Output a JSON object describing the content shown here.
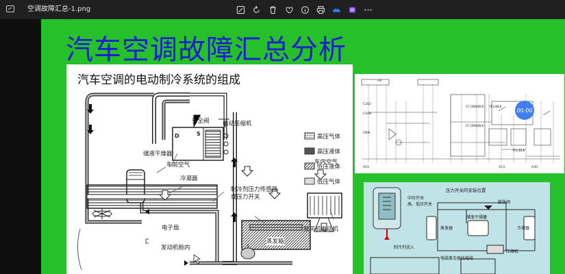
{
  "window": {
    "file_name": "空调故障汇总-1.png",
    "toolbar": [
      {
        "name": "edit-icon",
        "label": "Edit"
      },
      {
        "name": "rotate-icon",
        "label": "Rotate"
      },
      {
        "name": "delete-icon",
        "label": "Delete"
      },
      {
        "name": "favorite-icon",
        "label": "Favorite"
      },
      {
        "name": "info-icon",
        "label": "Info"
      },
      {
        "name": "print-icon",
        "label": "Print"
      },
      {
        "name": "onedrive-icon",
        "label": "OneDrive"
      },
      {
        "name": "clipchamp-icon",
        "label": "Clipchamp"
      },
      {
        "name": "more-icon",
        "label": "More"
      }
    ]
  },
  "slide": {
    "title": "汽车空调故障汇总分析",
    "main_panel": {
      "title": "汽车空调的电动制冷系统的组成",
      "legend": [
        {
          "label": "高压气体",
          "style": "dots"
        },
        {
          "label": "高压液体",
          "style": "solid"
        },
        {
          "label": "低压液体",
          "style": "hatch"
        },
        {
          "label": "低压气体",
          "style": "light"
        }
      ],
      "labels": {
        "safety_valve": "安全阀",
        "compressor": "电动压缩机",
        "d": "D",
        "s": "S",
        "dryer": "储液干燥器",
        "outside_air": "车前空气",
        "condenser": "冷凝器",
        "pressure_sensor": "制冷剂压力传感器",
        "pressure_switch": "或压力开关",
        "fan": "电子扇",
        "engine_bay": "发动机舱内",
        "cabin_air": "车内空气",
        "evaporator": "蒸发箱",
        "blower": "鼓风机电动机"
      }
    },
    "timer_badge": "00:00",
    "switch_panel": {
      "title": "压力开关的安装位置",
      "labels": {
        "mid_switch": "中压开关",
        "high_low_switch": "高、低压开关",
        "expansion_valve": "膨胀阀",
        "evaporator": "蒸发器",
        "dryer": "储液干燥罐",
        "condenser": "冷凝器",
        "refrigerant_flow": "制冷剂流入",
        "clutch": "电磁离合器线电磁",
        "compressor": "压缩机"
      }
    }
  }
}
